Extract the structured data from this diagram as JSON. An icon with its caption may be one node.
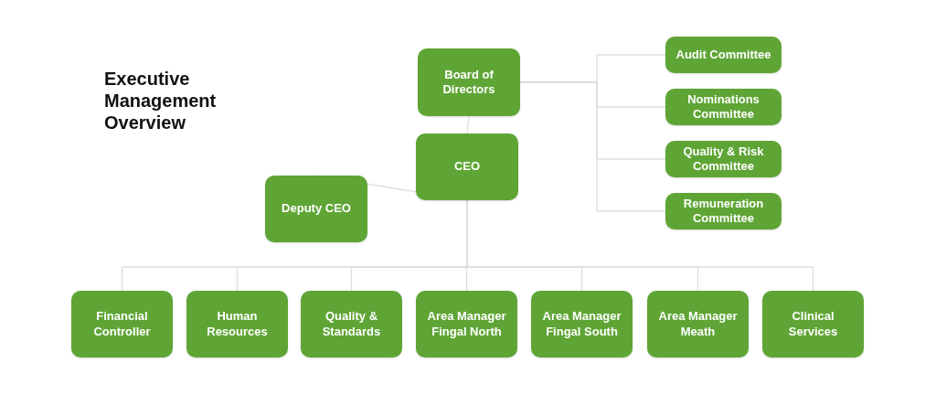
{
  "diagram": {
    "title": "Executive Management Overview",
    "nodes": [
      {
        "text": [
          "Board of Directors"
        ]
      },
      {
        "text": [
          "Audit Committee"
        ]
      },
      {
        "text": [
          "Nominations Committee"
        ]
      },
      {
        "text": [
          "Quality & Risk Committee"
        ]
      },
      {
        "text": [
          "Remuneration Committee"
        ]
      },
      {
        "text": [
          "CEO"
        ]
      },
      {
        "text": [
          "Deputy CEO"
        ]
      },
      {
        "text": [
          "Financial Controller"
        ]
      },
      {
        "text": [
          "Human Resources"
        ]
      },
      {
        "text": [
          "Quality & Standards"
        ]
      },
      {
        "text": [
          "Area Manager Fingal North"
        ]
      },
      {
        "text": [
          "Area Manager Fingal South"
        ]
      },
      {
        "text": [
          "Area Manager Meath"
        ]
      },
      {
        "text": [
          "Clinical Services"
        ]
      }
    ],
    "edges": [
      {
        "from": 0,
        "to": 1,
        "arrow": "none"
      },
      {
        "from": 0,
        "to": 2,
        "arrow": "none"
      },
      {
        "from": 0,
        "to": 3,
        "arrow": "none"
      },
      {
        "from": 0,
        "to": 4,
        "arrow": "none"
      },
      {
        "from": 0,
        "to": 5,
        "arrow": "none"
      },
      {
        "from": 5,
        "to": 6,
        "arrow": "none"
      },
      {
        "from": 5,
        "to": 7,
        "arrow": "none"
      },
      {
        "from": 5,
        "to": 8,
        "arrow": "none"
      },
      {
        "from": 5,
        "to": 9,
        "arrow": "none"
      },
      {
        "from": 5,
        "to": 10,
        "arrow": "none"
      },
      {
        "from": 5,
        "to": 11,
        "arrow": "none"
      },
      {
        "from": 5,
        "to": 12,
        "arrow": "none"
      },
      {
        "from": 5,
        "to": 13,
        "arrow": "none"
      }
    ]
  }
}
